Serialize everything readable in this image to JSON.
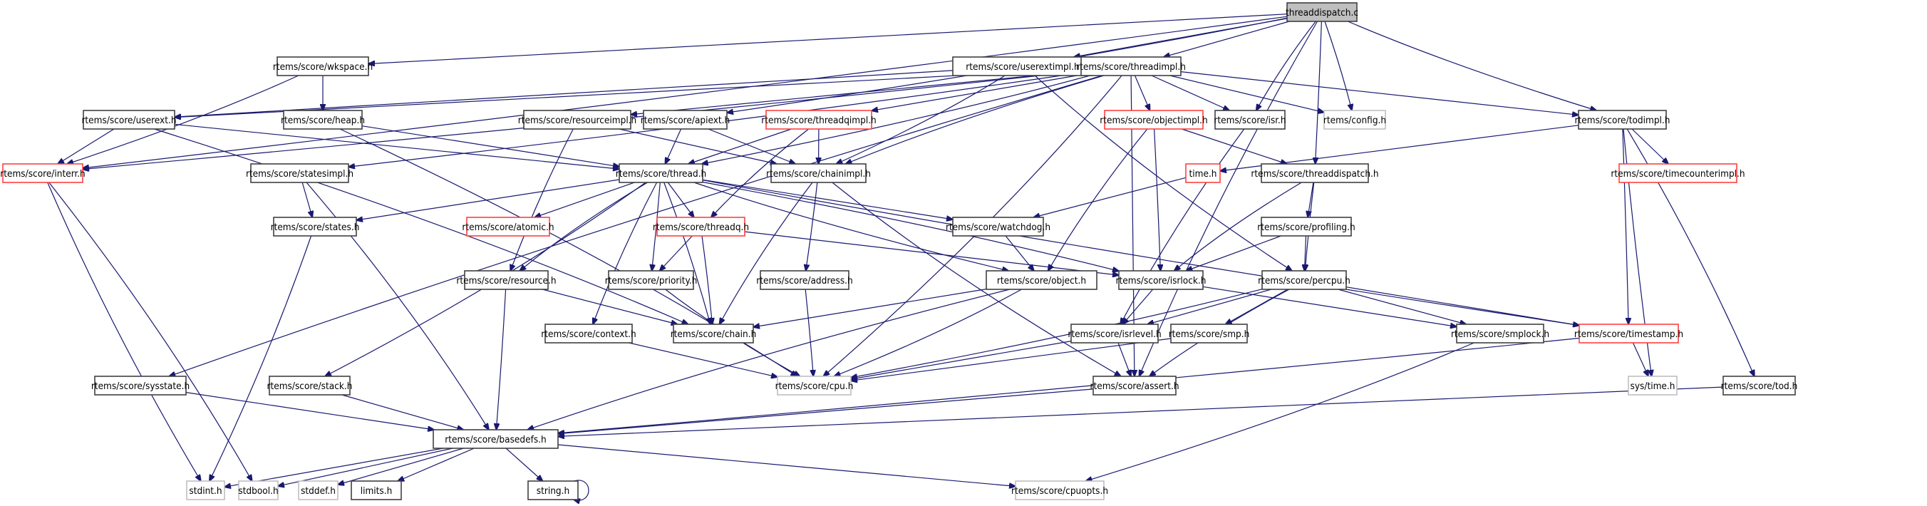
{
  "title": "threaddispatch.c",
  "colors": {
    "edge": "#191970",
    "normal_border": "#404040",
    "truncated_border": "#ff4040",
    "external_border": "#bfbfbf",
    "root_fill": "#bfbfbf"
  },
  "nodes": [
    {
      "id": "root",
      "label": "threaddispatch.c",
      "kind": "root"
    },
    {
      "id": "wkspace",
      "label": "rtems/score/wkspace.h",
      "kind": "normal"
    },
    {
      "id": "userextimpl",
      "label": "rtems/score/userextimpl.h",
      "kind": "normal"
    },
    {
      "id": "threadimpl",
      "label": "rtems/score/threadimpl.h",
      "kind": "normal"
    },
    {
      "id": "userext",
      "label": "rtems/score/userext.h",
      "kind": "normal"
    },
    {
      "id": "heap",
      "label": "rtems/score/heap.h",
      "kind": "normal"
    },
    {
      "id": "resourceimpl",
      "label": "rtems/score/resourceimpl.h",
      "kind": "normal"
    },
    {
      "id": "apiext",
      "label": "rtems/score/apiext.h",
      "kind": "normal"
    },
    {
      "id": "threadqimpl",
      "label": "rtems/score/threadqimpl.h",
      "kind": "truncated"
    },
    {
      "id": "objectimpl",
      "label": "rtems/score/objectimpl.h",
      "kind": "truncated"
    },
    {
      "id": "isr",
      "label": "rtems/score/isr.h",
      "kind": "normal"
    },
    {
      "id": "config",
      "label": "rtems/config.h",
      "kind": "external"
    },
    {
      "id": "todimpl",
      "label": "rtems/score/todimpl.h",
      "kind": "normal"
    },
    {
      "id": "interr",
      "label": "rtems/score/interr.h",
      "kind": "truncated"
    },
    {
      "id": "statesimpl",
      "label": "rtems/score/statesimpl.h",
      "kind": "normal"
    },
    {
      "id": "thread",
      "label": "rtems/score/thread.h",
      "kind": "normal"
    },
    {
      "id": "chainimpl",
      "label": "rtems/score/chainimpl.h",
      "kind": "normal"
    },
    {
      "id": "timeh",
      "label": "time.h",
      "kind": "truncated"
    },
    {
      "id": "threaddispatchh",
      "label": "rtems/score/threaddispatch.h",
      "kind": "normal"
    },
    {
      "id": "timecounterimpl",
      "label": "rtems/score/timecounterimpl.h",
      "kind": "truncated"
    },
    {
      "id": "states",
      "label": "rtems/score/states.h",
      "kind": "normal"
    },
    {
      "id": "atomic",
      "label": "rtems/score/atomic.h",
      "kind": "truncated"
    },
    {
      "id": "threadq",
      "label": "rtems/score/threadq.h",
      "kind": "truncated"
    },
    {
      "id": "watchdog",
      "label": "rtems/score/watchdog.h",
      "kind": "normal"
    },
    {
      "id": "profiling",
      "label": "rtems/score/profiling.h",
      "kind": "normal"
    },
    {
      "id": "resource",
      "label": "rtems/score/resource.h",
      "kind": "normal"
    },
    {
      "id": "priority",
      "label": "rtems/score/priority.h",
      "kind": "normal"
    },
    {
      "id": "address",
      "label": "rtems/score/address.h",
      "kind": "normal"
    },
    {
      "id": "object",
      "label": "rtems/score/object.h",
      "kind": "normal"
    },
    {
      "id": "isrlock",
      "label": "rtems/score/isrlock.h",
      "kind": "normal"
    },
    {
      "id": "percpu",
      "label": "rtems/score/percpu.h",
      "kind": "normal"
    },
    {
      "id": "context",
      "label": "rtems/score/context.h",
      "kind": "normal"
    },
    {
      "id": "chain",
      "label": "rtems/score/chain.h",
      "kind": "normal"
    },
    {
      "id": "isrlevel",
      "label": "rtems/score/isrlevel.h",
      "kind": "normal"
    },
    {
      "id": "smp",
      "label": "rtems/score/smp.h",
      "kind": "normal"
    },
    {
      "id": "smplock",
      "label": "rtems/score/smplock.h",
      "kind": "normal"
    },
    {
      "id": "timestamp",
      "label": "rtems/score/timestamp.h",
      "kind": "truncated"
    },
    {
      "id": "sysstate",
      "label": "rtems/score/sysstate.h",
      "kind": "normal"
    },
    {
      "id": "stack",
      "label": "rtems/score/stack.h",
      "kind": "normal"
    },
    {
      "id": "cpu",
      "label": "rtems/score/cpu.h",
      "kind": "external"
    },
    {
      "id": "assert",
      "label": "rtems/score/assert.h",
      "kind": "normal"
    },
    {
      "id": "systime",
      "label": "sys/time.h",
      "kind": "external"
    },
    {
      "id": "tod",
      "label": "rtems/score/tod.h",
      "kind": "normal"
    },
    {
      "id": "basedefs",
      "label": "rtems/score/basedefs.h",
      "kind": "normal"
    },
    {
      "id": "stdint",
      "label": "stdint.h",
      "kind": "external"
    },
    {
      "id": "stdbool",
      "label": "stdbool.h",
      "kind": "external"
    },
    {
      "id": "stddef",
      "label": "stddef.h",
      "kind": "external"
    },
    {
      "id": "limits",
      "label": "limits.h",
      "kind": "normal"
    },
    {
      "id": "string",
      "label": "string.h",
      "kind": "normal"
    },
    {
      "id": "cpuopts",
      "label": "rtems/score/cpuopts.h",
      "kind": "external"
    }
  ],
  "edges": [
    [
      "root",
      "wkspace"
    ],
    [
      "root",
      "userextimpl"
    ],
    [
      "root",
      "threadimpl"
    ],
    [
      "root",
      "apiext"
    ],
    [
      "root",
      "isr"
    ],
    [
      "root",
      "config"
    ],
    [
      "root",
      "todimpl"
    ],
    [
      "root",
      "threaddispatchh"
    ],
    [
      "root",
      "assert"
    ],
    [
      "root",
      "interr"
    ],
    [
      "wkspace",
      "heap"
    ],
    [
      "wkspace",
      "interr"
    ],
    [
      "userextimpl",
      "userext"
    ],
    [
      "userextimpl",
      "chainimpl"
    ],
    [
      "userextimpl",
      "percpu"
    ],
    [
      "threadimpl",
      "interr"
    ],
    [
      "threadimpl",
      "userext"
    ],
    [
      "threadimpl",
      "statesimpl"
    ],
    [
      "threadimpl",
      "resourceimpl"
    ],
    [
      "threadimpl",
      "thread"
    ],
    [
      "threadimpl",
      "chainimpl"
    ],
    [
      "threadimpl",
      "threadqimpl"
    ],
    [
      "threadimpl",
      "objectimpl"
    ],
    [
      "threadimpl",
      "isr"
    ],
    [
      "threadimpl",
      "config"
    ],
    [
      "threadimpl",
      "todimpl"
    ],
    [
      "threadimpl",
      "sysstate"
    ],
    [
      "threadimpl",
      "cpu"
    ],
    [
      "threadimpl",
      "assert"
    ],
    [
      "userext",
      "interr"
    ],
    [
      "userext",
      "thread"
    ],
    [
      "userext",
      "chain"
    ],
    [
      "heap",
      "thread"
    ],
    [
      "heap",
      "cpu"
    ],
    [
      "resourceimpl",
      "resource"
    ],
    [
      "resourceimpl",
      "chainimpl"
    ],
    [
      "apiext",
      "thread"
    ],
    [
      "apiext",
      "chainimpl"
    ],
    [
      "threadqimpl",
      "thread"
    ],
    [
      "threadqimpl",
      "chainimpl"
    ],
    [
      "threadqimpl",
      "threadq"
    ],
    [
      "objectimpl",
      "threaddispatchh"
    ],
    [
      "objectimpl",
      "object"
    ],
    [
      "objectimpl",
      "isrlock"
    ],
    [
      "isr",
      "isrlevel"
    ],
    [
      "todimpl",
      "timestamp"
    ],
    [
      "todimpl",
      "timecounterimpl"
    ],
    [
      "todimpl",
      "timeh"
    ],
    [
      "todimpl",
      "systime"
    ],
    [
      "todimpl",
      "tod"
    ],
    [
      "interr",
      "stdint"
    ],
    [
      "interr",
      "stdbool"
    ],
    [
      "statesimpl",
      "states"
    ],
    [
      "statesimpl",
      "basedefs"
    ],
    [
      "thread",
      "states"
    ],
    [
      "thread",
      "atomic"
    ],
    [
      "thread",
      "threadq"
    ],
    [
      "thread",
      "watchdog"
    ],
    [
      "thread",
      "resource"
    ],
    [
      "thread",
      "priority"
    ],
    [
      "thread",
      "object"
    ],
    [
      "thread",
      "isrlock"
    ],
    [
      "thread",
      "context"
    ],
    [
      "thread",
      "stack"
    ],
    [
      "thread",
      "timestamp"
    ],
    [
      "thread",
      "chain"
    ],
    [
      "chainimpl",
      "chain"
    ],
    [
      "chainimpl",
      "address"
    ],
    [
      "chainimpl",
      "assert"
    ],
    [
      "timeh",
      "watchdog"
    ],
    [
      "threaddispatchh",
      "percpu"
    ],
    [
      "threaddispatchh",
      "profiling"
    ],
    [
      "threaddispatchh",
      "isrlock"
    ],
    [
      "states",
      "stdint"
    ],
    [
      "threadq",
      "priority"
    ],
    [
      "threadq",
      "chain"
    ],
    [
      "threadq",
      "isrlock"
    ],
    [
      "watchdog",
      "object"
    ],
    [
      "profiling",
      "isrlock"
    ],
    [
      "profiling",
      "percpu"
    ],
    [
      "resource",
      "chain"
    ],
    [
      "resource",
      "basedefs"
    ],
    [
      "priority",
      "cpu"
    ],
    [
      "address",
      "cpu"
    ],
    [
      "object",
      "chain"
    ],
    [
      "object",
      "cpu"
    ],
    [
      "object",
      "basedefs"
    ],
    [
      "isrlock",
      "isrlevel"
    ],
    [
      "isrlock",
      "smplock"
    ],
    [
      "percpu",
      "isrlevel"
    ],
    [
      "percpu",
      "smp"
    ],
    [
      "percpu",
      "smplock"
    ],
    [
      "percpu",
      "timestamp"
    ],
    [
      "percpu",
      "cpu"
    ],
    [
      "percpu",
      "assert"
    ],
    [
      "context",
      "cpu"
    ],
    [
      "isrlevel",
      "cpu"
    ],
    [
      "isrlevel",
      "assert"
    ],
    [
      "smp",
      "cpu"
    ],
    [
      "smplock",
      "cpuopts"
    ],
    [
      "timestamp",
      "systime"
    ],
    [
      "timestamp",
      "basedefs"
    ],
    [
      "sysstate",
      "basedefs"
    ],
    [
      "stack",
      "basedefs"
    ],
    [
      "assert",
      "basedefs"
    ],
    [
      "tod",
      "basedefs"
    ],
    [
      "basedefs",
      "stdint"
    ],
    [
      "basedefs",
      "stdbool"
    ],
    [
      "basedefs",
      "stddef"
    ],
    [
      "basedefs",
      "limits"
    ],
    [
      "basedefs",
      "string"
    ],
    [
      "basedefs",
      "cpuopts"
    ],
    [
      "string",
      "string"
    ]
  ]
}
